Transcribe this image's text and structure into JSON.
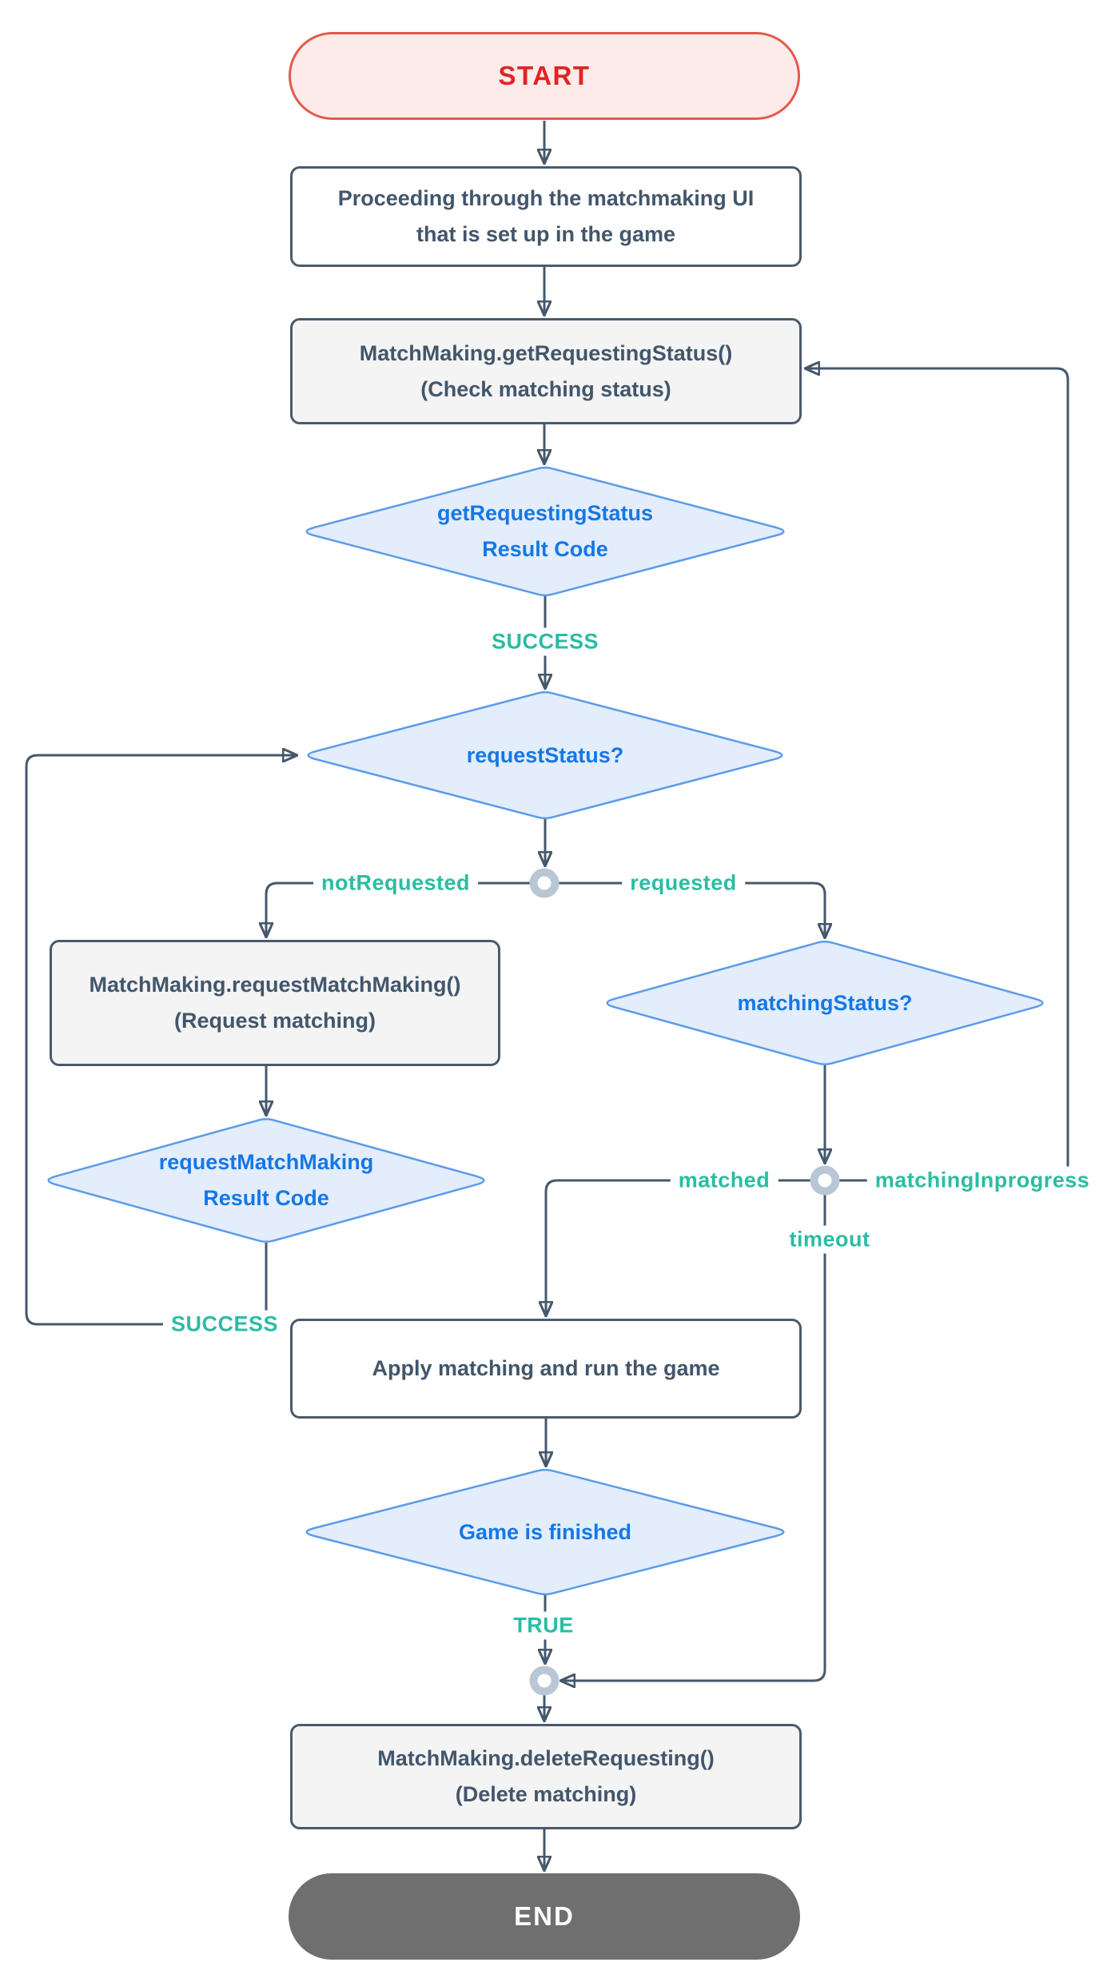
{
  "flowchart": {
    "nodes": {
      "start": {
        "label": "START"
      },
      "proceed_ui": {
        "line1": "Proceeding through the matchmaking UI",
        "line2": "that is set up in the game"
      },
      "get_requesting_status": {
        "line1": "MatchMaking.getRequestingStatus()",
        "line2": "(Check matching status)"
      },
      "get_requesting_status_result": {
        "line1": "getRequestingStatus",
        "line2": "Result Code"
      },
      "request_status": {
        "label": "requestStatus?"
      },
      "request_matchmaking": {
        "line1": "MatchMaking.requestMatchMaking()",
        "line2": "(Request matching)"
      },
      "request_matchmaking_result": {
        "line1": "requestMatchMaking",
        "line2": "Result Code"
      },
      "matching_status": {
        "label": "matchingStatus?"
      },
      "apply_matching": {
        "label": "Apply matching and run the game"
      },
      "game_finished": {
        "label": "Game is finished"
      },
      "delete_requesting": {
        "line1": "MatchMaking.deleteRequesting()",
        "line2": "(Delete matching)"
      },
      "end": {
        "label": "END"
      }
    },
    "edge_labels": {
      "success_get_status": "SUCCESS",
      "not_requested": "notRequested",
      "requested": "requested",
      "success_request": "SUCCESS",
      "matched": "matched",
      "matching_inprogress": "matchingInprogress",
      "timeout": "timeout",
      "true_branch": "TRUE"
    },
    "colors": {
      "line": "#45586c",
      "start_fill": "#fcebe9",
      "start_border": "#e4594b",
      "start_text": "#e02424",
      "process_border": "#4a5a6b",
      "process_fill_gray": "#f4f4f5",
      "process_fill_white": "#ffffff",
      "process_text": "#42566b",
      "decision_fill": "#e3edfc",
      "decision_border": "#5b9bea",
      "decision_text": "#1577e6",
      "branch_label_text": "#2abda2",
      "connector_ring": "#b9c7d4",
      "end_fill": "#6f6f6f",
      "end_text": "#ffffff"
    }
  }
}
